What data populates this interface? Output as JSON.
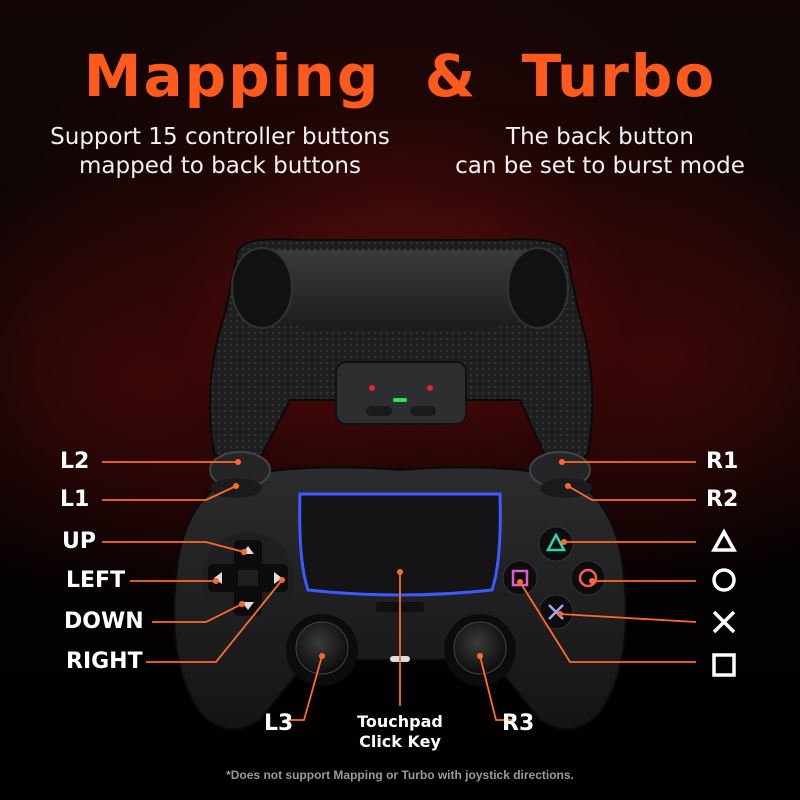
{
  "headline": {
    "word1": "Mapping",
    "amp": "&",
    "word2": "Turbo",
    "color": "#ff5a1e"
  },
  "subtitle_left": [
    "Support 15 controller buttons",
    "mapped to back buttons"
  ],
  "subtitle_right": [
    "The back button",
    "can be set to burst mode"
  ],
  "labels_left": {
    "l2": "L2",
    "l1": "L1",
    "up": "UP",
    "left": "LEFT",
    "down": "DOWN",
    "right": "RIGHT"
  },
  "labels_right": {
    "r1": "R1",
    "r2": "R2"
  },
  "face_symbols": {
    "triangle": "triangle-icon",
    "circle": "circle-icon",
    "cross": "cross-icon",
    "square": "square-icon"
  },
  "labels_bottom": {
    "l3": "L3",
    "touchpad_line1": "Touchpad",
    "touchpad_line2": "Click Key",
    "r3": "R3"
  },
  "footnote": "*Does not support Mapping or Turbo with joystick directions.",
  "colors": {
    "accent": "#ff5a1e",
    "line": "#ff6a2a",
    "touchpad_glow": "#3a5bff"
  }
}
